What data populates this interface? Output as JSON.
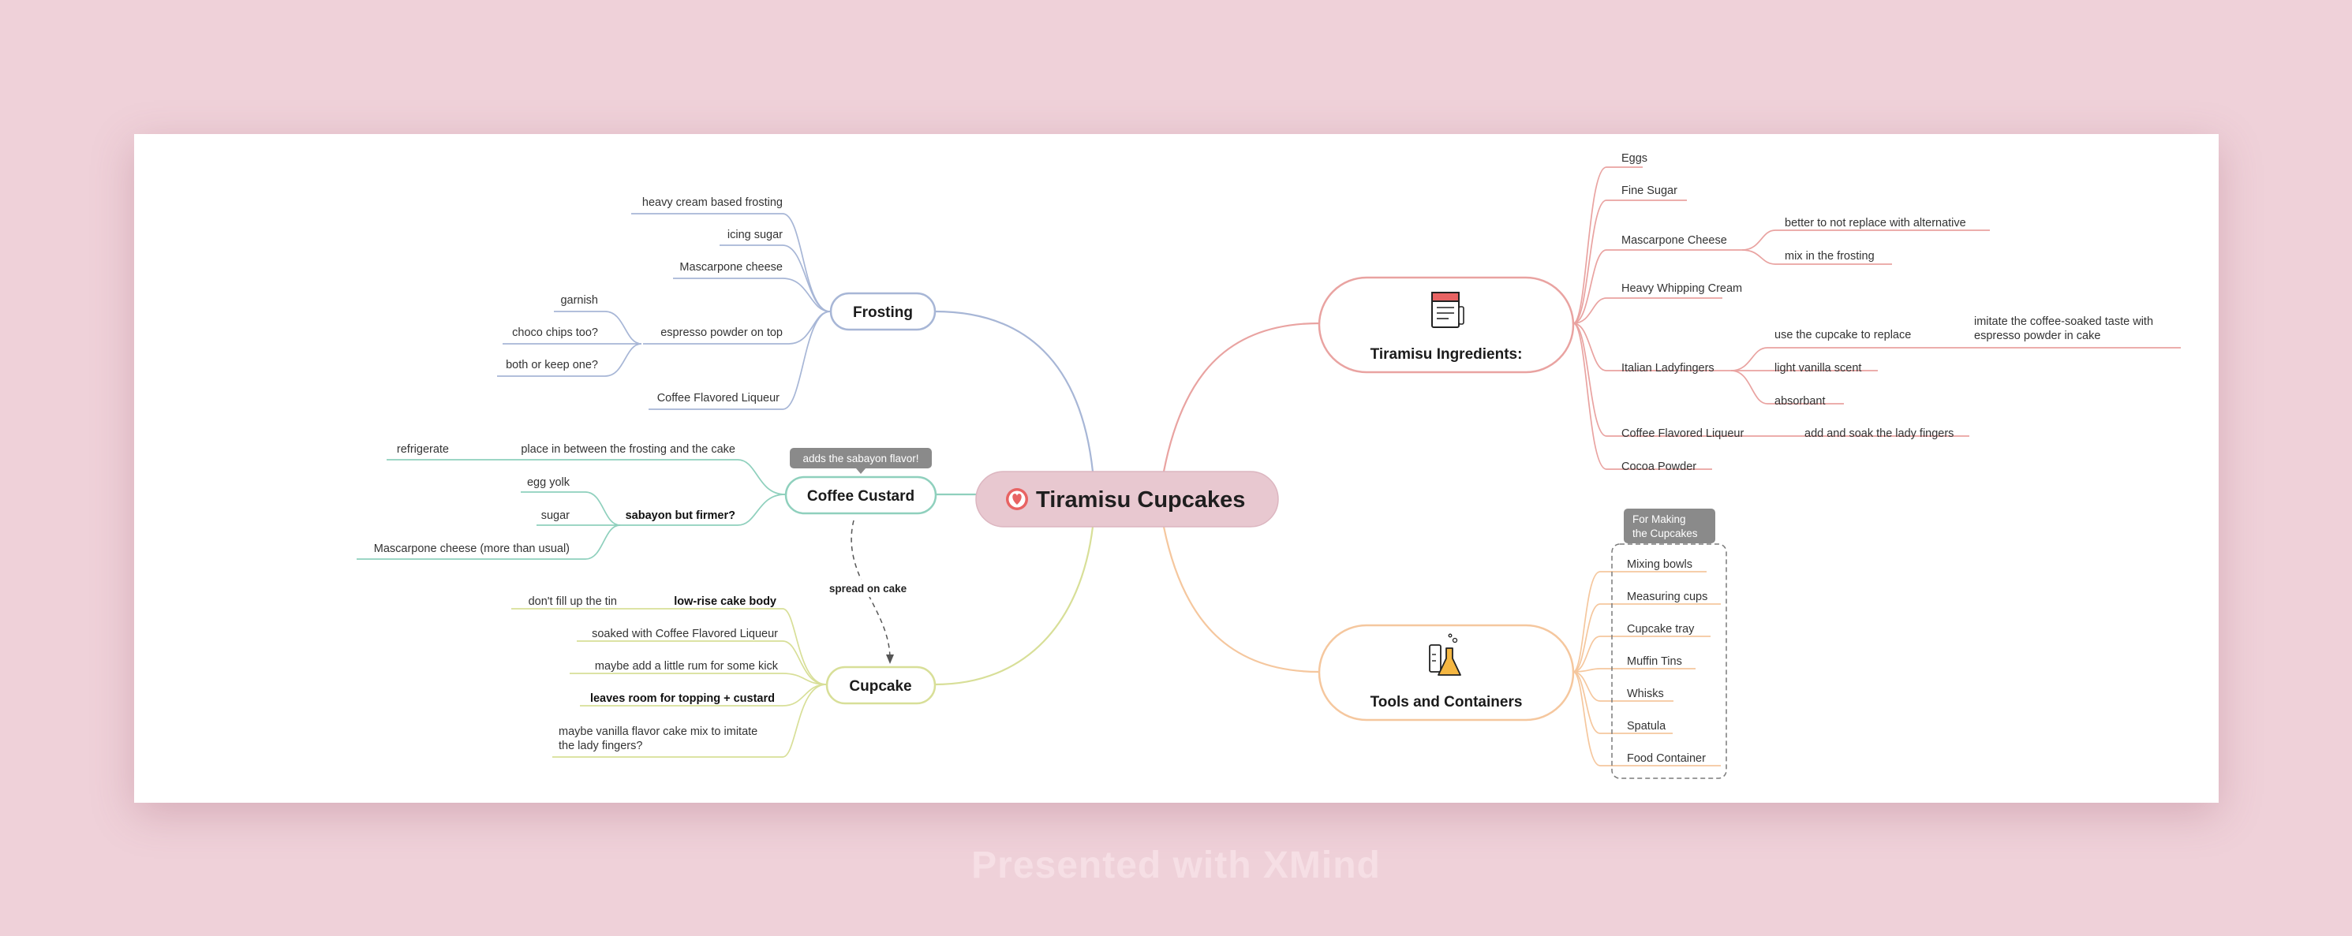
{
  "central_topic": {
    "label": "Tiramisu Cupcakes",
    "icon": "heart-icon",
    "color": "#e8c8d0"
  },
  "ingredients": {
    "label": "Tiramisu Ingredients:",
    "icon": "recipe-book-icon",
    "color": "#e9a3a1",
    "items": {
      "eggs": "Eggs",
      "fine_sugar": "Fine Sugar",
      "mascarpone": "Mascarpone Cheese",
      "mascarpone_note1": "better to not replace with alternative",
      "mascarpone_note2": "mix in the frosting",
      "cream": "Heavy Whipping Cream",
      "ladyfingers": "Italian Ladyfingers",
      "lf_replace": "use the cupcake to replace",
      "lf_imitate_line1": "imitate the coffee-soaked taste with",
      "lf_imitate_line2": "espresso powder in cake",
      "lf_vanilla": "light vanilla scent",
      "lf_absorbant": "absorbant",
      "liqueur": "Coffee Flavored Liqueur",
      "liqueur_note": "add and soak the lady fingers",
      "cocoa": "Cocoa Powder"
    }
  },
  "tools": {
    "label": "Tools and Containers",
    "icon": "beakers-icon",
    "color": "#f5c79e",
    "callout_line1": "For Making",
    "callout_line2": "the Cupcakes",
    "items": [
      "Mixing bowls",
      "Measuring cups",
      "Cupcake tray",
      "Muffin Tins",
      "Whisks",
      "Spatula",
      "Food Container"
    ]
  },
  "frosting": {
    "label": "Frosting",
    "color": "#a7b6d6",
    "items": {
      "heavy_cream": "heavy cream based frosting",
      "icing_sugar": "icing sugar",
      "mascarpone": "Mascarpone cheese",
      "espresso": "espresso powder on top",
      "garnish": "garnish",
      "choco": "choco chips too?",
      "both": "both or keep one?",
      "liqueur": "Coffee Flavored Liqueur"
    }
  },
  "custard": {
    "label": "Coffee Custard",
    "color": "#8fd0bd",
    "callout": "adds the sabayon flavor!",
    "items": {
      "place": "place in between the frosting and the cake",
      "refrigerate": "refrigerate",
      "sabayon": "sabayon but firmer?",
      "egg_yolk": "egg yolk",
      "sugar": "sugar",
      "mascarpone": "Mascarpone cheese (more than usual)"
    }
  },
  "cupcake": {
    "label": "Cupcake",
    "color": "#d8df98",
    "items": {
      "low_rise": "low-rise cake body",
      "fill_tin": "don't fill up the tin",
      "soaked": "soaked with Coffee Flavored Liqueur",
      "rum": "maybe add a little rum for some kick",
      "room": "leaves room for topping + custard",
      "vanilla_line1": "maybe vanilla flavor cake mix to imitate",
      "vanilla_line2": "the lady fingers?"
    }
  },
  "relationship": {
    "label": "spread on cake"
  },
  "footer": "Presented with XMind"
}
